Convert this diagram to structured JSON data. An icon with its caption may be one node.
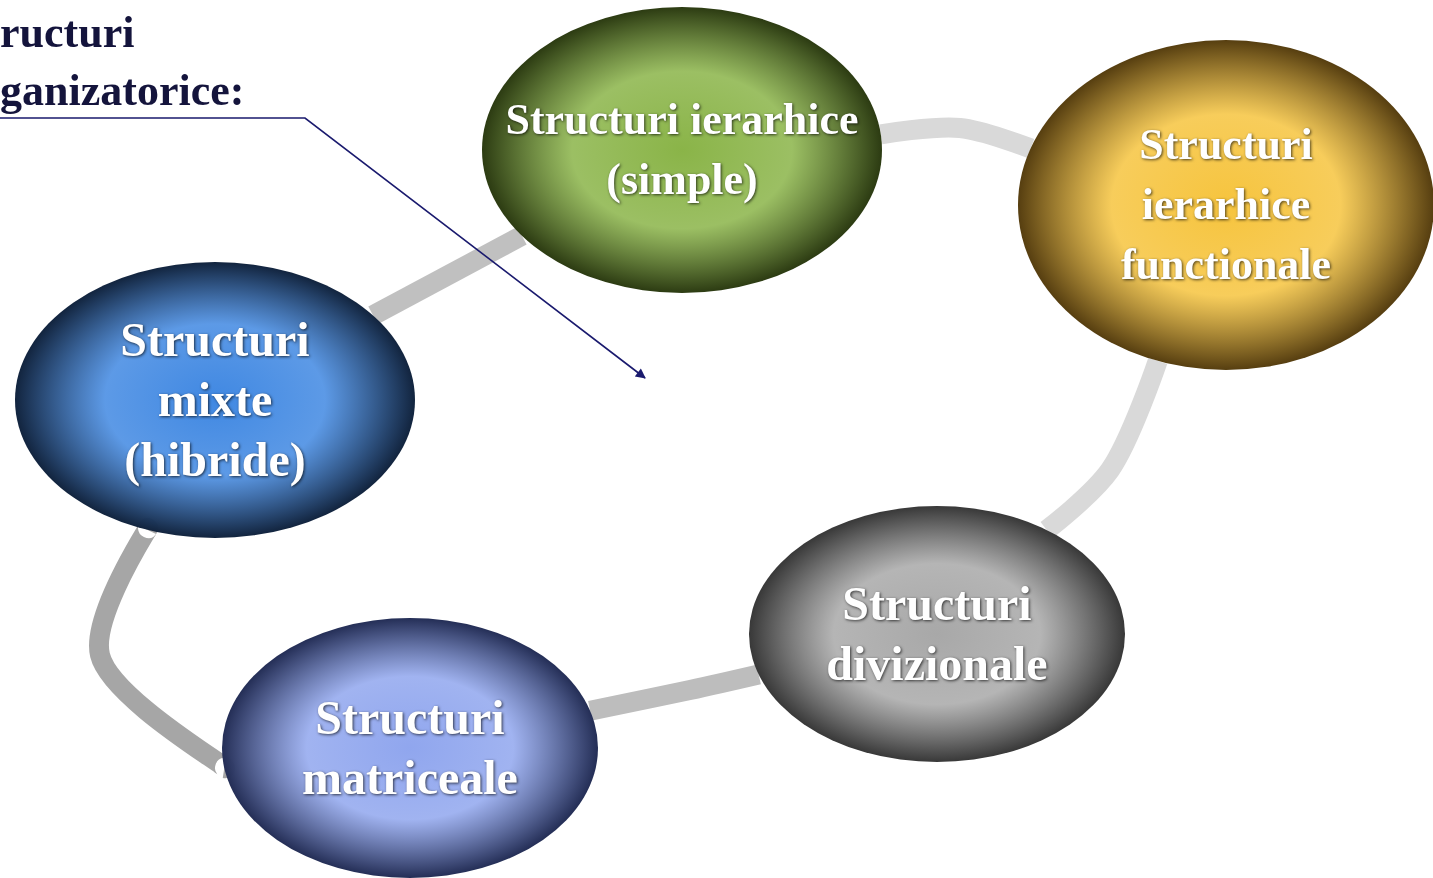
{
  "diagram": {
    "nodes": [
      {
        "text": [
          "ructuri ganizatorice:"
        ]
      },
      {
        "text": [
          "Structuri ierarhice (simple)"
        ]
      },
      {
        "text": [
          "Structuri ierarhice functionale"
        ]
      },
      {
        "text": [
          "Structuri mixte (hibride)"
        ]
      },
      {
        "text": [
          "Structuri divizionale"
        ]
      },
      {
        "text": [
          "Structuri matriceale"
        ]
      }
    ],
    "edges": [
      {
        "from": 0,
        "to": null,
        "arrow": "to",
        "color": "#1a1a6e"
      },
      {
        "from": 3,
        "to": 1,
        "arrow": "none",
        "color": "#c0c0c0"
      },
      {
        "from": 1,
        "to": 2,
        "arrow": "none"
      },
      {
        "from": 2,
        "to": 4,
        "arrow": "none"
      },
      {
        "from": 4,
        "to": 5,
        "arrow": "none",
        "color": "#bdbdbd"
      },
      {
        "from": 5,
        "to": 3,
        "arrow": "none",
        "color": "#a6a6a6"
      }
    ]
  }
}
